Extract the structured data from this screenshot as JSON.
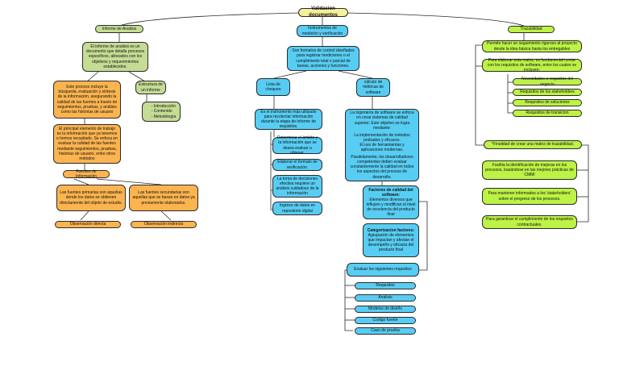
{
  "root": "Validacion documentos",
  "informe": {
    "title": "Informe de Analisis",
    "description": "El informe de analisis es un documento que detalla procesos especificos, alineados con los objetivos y requerimientos establecidos.",
    "process": "Este proceso incluye la búsqueda, evaluación y síntesis de la información, asegurando la calidad de las fuentes a través de seguimientos, pruebas, y análisis como las historias de usuario",
    "structure": "Estructura de un informe",
    "structure_items": [
      "- Introducción",
      "- Contenido",
      "- Metodología"
    ],
    "element": "El principal elemento de trabajo es la información que ya tenemos o hemos recopilado. Se enfoca en evaluar la calidad de las fuentes mediante seguimientos, pruebas, historias de usuario, entre otros métodos",
    "fuentes": "Fuentes de Información",
    "primarias": "Las fuentes primarias son aquellas donde los datos se obtienen directamente del objeto de estudio.",
    "secundarias": "Las fuentes secundarias son aquellas que se basan en datos ya previamente elaborados.",
    "obs_directa": "Observación directa",
    "obs_indirecta": "Observación indirecta"
  },
  "instrumentos": {
    "title": "Instrumentos de medición y verificación",
    "description": "Son formatos de control diseñados para registrar mediciones o el cumplimiento total o parcial de tareas, acciones y funciones.",
    "lista": "Lista de chequeo",
    "lista_desc": "Es el instrumento más utilizado para recolectar información durante la etapa de informe de requisitos.",
    "lista_steps": [
      "Determinar el ámbito y la información que se desea evaluar u obtener.",
      "Elaborar el formato de verificación.",
      "La toma de decisiones efectiva requiere un análisis cuidadoso de la información",
      "Ingreso de datos en repositorio digital"
    ],
    "calculo": "cálculo de métricas de software",
    "calculo_desc_1": "La ingeniería de software se enfoca en crear sistemas de calidad superior. Este objetivo se logra mediante:",
    "calculo_desc_2": "La implementación de métodos probados y eficaces.",
    "calculo_desc_3": "El uso de herramientas y aplicaciones modernas.",
    "calculo_desc_4": "Paralelamente, los desarrolladores competentes deben evaluar constantemente la calidad en todos los aspectos del proceso de desarrollo.",
    "factores_title": "Factores de calidad del software:",
    "factores_desc": "Elementos diversos que influyen y modifican el nivel de excelencia del producto final",
    "categorizacion_title": "Categorizacion factores:",
    "categorizacion_desc": "Agrupación de elementos que impactan y afectan el desempeño y eficacia del producto final",
    "evaluar": "Evaluar los siguientes requisitos",
    "requisitos": [
      "Requisitos",
      "Analisis",
      "Modelos de diseño",
      "Codigo fuente",
      "Caso de prueba"
    ]
  },
  "trazabilidad": {
    "title": "Trazabilidad",
    "t1": "Permite hacer un seguimiento riguroso al proyecto desde la idea básica hasta los entregables",
    "t2": "Para elaborar esta matriz, es fundamental contar con los requisitos de software, entre los cuales se incluyen:",
    "t2_items": [
      "Necesidades o requisitos del negocio",
      "Requisitos de los stakeholders",
      "Requisitos de soluciones",
      "Requisitos de transicion"
    ],
    "t3": "*Finalidad de crear una matriz de trazabilidad.",
    "t3_items": [
      "Facilita la identificación de mejoras en los procesos, basándose en las mejores prácticas de CMMI",
      "Para mantener informados a los 'stakeholders' sobre el progreso de los procesos.",
      "Para garantizar el cumplimiento de los requisitos contractuales."
    ]
  }
}
